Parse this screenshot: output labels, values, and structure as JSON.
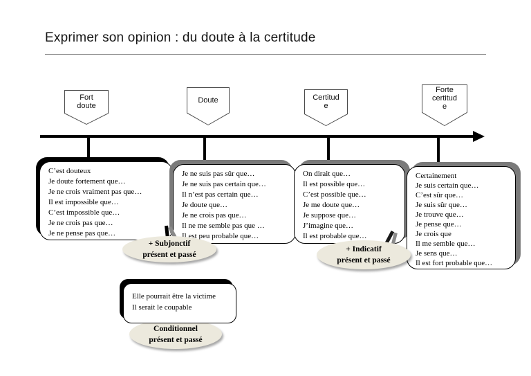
{
  "title": "Exprimer son opinion : du doute à la certitude",
  "colors": {
    "shadow_black": "#000000",
    "shadow_gray": "#7a7a7a",
    "callout_fill": "#ece9dd"
  },
  "banners": [
    {
      "id": "fort-doute",
      "lines": [
        "Fort",
        "doute"
      ]
    },
    {
      "id": "doute",
      "lines": [
        "Doute"
      ]
    },
    {
      "id": "certitude",
      "lines": [
        "Certitud",
        "e"
      ]
    },
    {
      "id": "forte-certitude",
      "lines": [
        "Forte",
        "certitud",
        "e"
      ]
    }
  ],
  "boxes": {
    "fort_doute": {
      "phrases": [
        "C’est douteux",
        "Je doute fortement que…",
        "Je ne crois vraiment pas que…",
        "Il est impossible que…",
        "C’est impossible que…",
        "Je ne crois pas que…",
        "Je ne pense pas que…"
      ]
    },
    "doute": {
      "phrases": [
        "Je ne suis pas sûr que…",
        "Je ne suis pas certain que…",
        "Il n’est pas certain que…",
        "Je doute que…",
        "Je ne crois pas que…",
        "Il ne me semble pas que …",
        "Il est peu probable que…"
      ]
    },
    "certitude": {
      "phrases": [
        "On dirait que…",
        "Il est possible que…",
        "C’est possible que…",
        "Je me doute que…",
        "Je suppose que…",
        "J’imagine que…",
        "Il est probable que…"
      ]
    },
    "forte_certitude": {
      "phrases": [
        "Certainement",
        "Je suis certain que…",
        "C’est sûr que…",
        "Je suis sûr que…",
        "Je trouve que…",
        "Je pense que…",
        "Je crois que",
        "Il me semble que…",
        "Je sens que…",
        "Il est fort probable que…"
      ]
    }
  },
  "callouts": {
    "subjonctif": {
      "lines": [
        "+ Subjonctif",
        "présent et passé"
      ]
    },
    "indicatif": {
      "lines": [
        "+ Indicatif",
        "présent et passé"
      ]
    },
    "conditionnel": {
      "lines": [
        "Conditionnel",
        "présent et passé"
      ]
    }
  },
  "example_box": {
    "phrases": [
      "Elle pourrait être la victime",
      "Il serait le coupable"
    ]
  }
}
